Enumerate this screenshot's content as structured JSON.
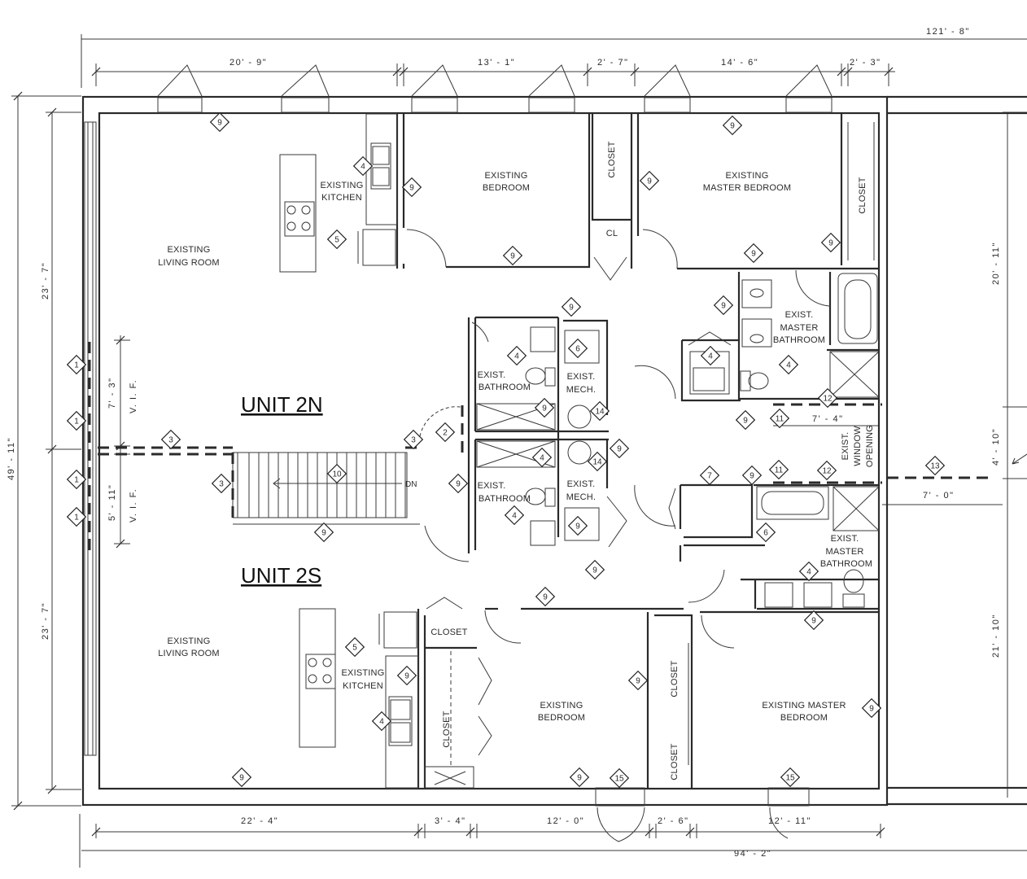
{
  "dimensions": {
    "overall_top": "121' - 8\"",
    "overall_bottom": "94' - 2\"",
    "overall_left": "49' - 11\"",
    "top_segments": [
      "20' - 9\"",
      "13' - 1\"",
      "2' - 7\"",
      "14' - 6\"",
      "2' - 3\""
    ],
    "bottom_segments": [
      "22' - 4\"",
      "3' - 4\"",
      "12' - 0\"",
      "2' - 6\"",
      "12' - 11\""
    ],
    "left_segments": [
      "23' - 7\"",
      "23' - 7\""
    ],
    "right_segments": [
      "20' - 11\"",
      "4' - 10\"",
      "21' - 10\""
    ],
    "vif_upper": "7' - 3\"",
    "vif_lower": "5' - 11\"",
    "vif_label": "V. I. F.",
    "corridor_upper": "7' - 4\"",
    "corridor_lower": "7' - 0\""
  },
  "units": {
    "north": "UNIT 2N",
    "south": "UNIT 2S"
  },
  "stair_label": "DN",
  "rooms": {
    "n_living": [
      "EXISTING",
      "LIVING ROOM"
    ],
    "n_kitchen": [
      "EXISTING",
      "KITCHEN"
    ],
    "n_bedroom": [
      "EXISTING",
      "BEDROOM"
    ],
    "n_closet": "CLOSET",
    "n_cl": "CL",
    "n_master": [
      "EXISTING",
      "MASTER BEDROOM"
    ],
    "n_master_closet": "CLOSET",
    "n_master_bath": [
      "EXIST.",
      "MASTER",
      "BATHROOM"
    ],
    "n_bath": [
      "EXIST.",
      "BATHROOM"
    ],
    "n_mech": [
      "EXIST.",
      "MECH."
    ],
    "window_opening": [
      "EXIST.",
      "WINDOW",
      "OPENING"
    ],
    "s_bath": [
      "EXIST.",
      "BATHROOM"
    ],
    "s_mech": [
      "EXIST.",
      "MECH."
    ],
    "s_master_bath": [
      "EXIST.",
      "MASTER",
      "BATHROOM"
    ],
    "s_living": [
      "EXISTING",
      "LIVING ROOM"
    ],
    "s_kitchen": [
      "EXISTING",
      "KITCHEN"
    ],
    "s_closet_top": "CLOSET",
    "s_closet_left": "CLOSET",
    "s_bedroom": [
      "EXISTING",
      "BEDROOM"
    ],
    "s_closet_r1": "CLOSET",
    "s_closet_r2": "CLOSET",
    "s_master": [
      "EXISTING MASTER",
      "BEDROOM"
    ]
  },
  "tags": [
    {
      "n": "9"
    },
    {
      "n": "4"
    },
    {
      "n": "9"
    },
    {
      "n": "9"
    },
    {
      "n": "9"
    },
    {
      "n": "5"
    },
    {
      "n": "9"
    },
    {
      "n": "9"
    },
    {
      "n": "9"
    },
    {
      "n": "9"
    },
    {
      "n": "9"
    },
    {
      "n": "4"
    },
    {
      "n": "6"
    },
    {
      "n": "4"
    },
    {
      "n": "4"
    },
    {
      "n": "12"
    },
    {
      "n": "9"
    },
    {
      "n": "14"
    },
    {
      "n": "9"
    },
    {
      "n": "11"
    },
    {
      "n": "2"
    },
    {
      "n": "3"
    },
    {
      "n": "3"
    },
    {
      "n": "3"
    },
    {
      "n": "10"
    },
    {
      "n": "9"
    },
    {
      "n": "14"
    },
    {
      "n": "9"
    },
    {
      "n": "7"
    },
    {
      "n": "9"
    },
    {
      "n": "11"
    },
    {
      "n": "12"
    },
    {
      "n": "13"
    },
    {
      "n": "4"
    },
    {
      "n": "4"
    },
    {
      "n": "9"
    },
    {
      "n": "6"
    },
    {
      "n": "9"
    },
    {
      "n": "4"
    },
    {
      "n": "9"
    },
    {
      "n": "9"
    },
    {
      "n": "5"
    },
    {
      "n": "9"
    },
    {
      "n": "9"
    },
    {
      "n": "4"
    },
    {
      "n": "9"
    },
    {
      "n": "9"
    },
    {
      "n": "9"
    },
    {
      "n": "15"
    },
    {
      "n": "15"
    },
    {
      "n": "1"
    },
    {
      "n": "1"
    },
    {
      "n": "1"
    },
    {
      "n": "1"
    },
    {
      "n": "9"
    }
  ]
}
